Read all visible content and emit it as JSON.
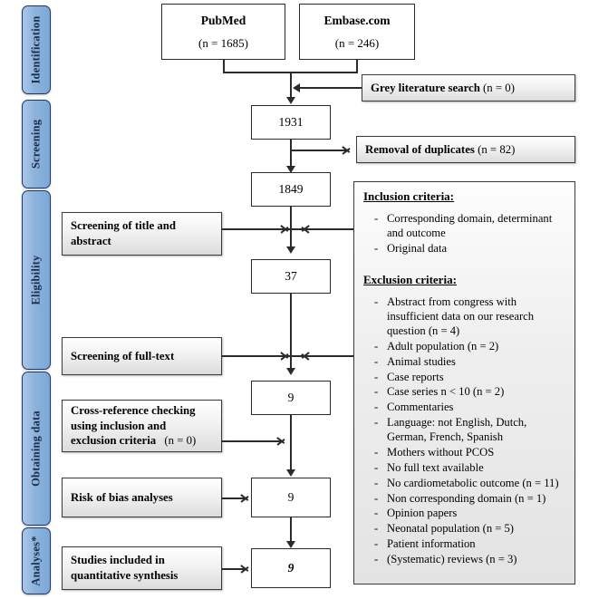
{
  "stages": [
    {
      "label": "Identification"
    },
    {
      "label": "Screening"
    },
    {
      "label": "Eligibility"
    },
    {
      "label": "Obtaining data"
    },
    {
      "label": "Analyses*"
    }
  ],
  "sources": [
    {
      "name": "PubMed",
      "count": "(n = 1685)"
    },
    {
      "name": "Embase.com",
      "count": "(n = 246)"
    }
  ],
  "grey_search": {
    "label": "Grey literature search",
    "count": "(n = 0)"
  },
  "counts": {
    "records_total": "1931",
    "after_duplicates": "1849",
    "after_title_abstract": "37",
    "after_full_text": "9",
    "after_cross_reference": "9",
    "included": "9"
  },
  "actions": {
    "removal_duplicates": {
      "label": "Removal of duplicates",
      "count": "(n = 82)"
    },
    "screening_title_abstract": {
      "label": "Screening of title and abstract"
    },
    "screening_full_text": {
      "label": "Screening of full-text"
    },
    "cross_reference": {
      "label": "Cross-reference checking using inclusion and exclusion criteria",
      "count": "(n = 0)"
    },
    "risk_of_bias": {
      "label": "Risk of bias analyses"
    },
    "studies_included": {
      "label": "Studies included in quantitative synthesis"
    }
  },
  "criteria": {
    "inclusion_heading": "Inclusion criteria:",
    "inclusion_items": [
      "Corresponding domain, determinant and outcome",
      "Original data"
    ],
    "exclusion_heading": "Exclusion criteria:",
    "exclusion_items": [
      "Abstract from congress with insufficient data on our research question (n = 4)",
      "Adult population (n = 2)",
      "Animal studies",
      "Case reports",
      "Case series n < 10 (n = 2)",
      "Commentaries",
      "Language: not English, Dutch, German, French, Spanish",
      "Mothers without PCOS",
      "No full text available",
      "No cardiometabolic outcome (n = 11)",
      "Non corresponding domain (n = 1)",
      "Opinion papers",
      "Neonatal population (n = 5)",
      "Patient information",
      "(Systematic) reviews (n = 3)"
    ],
    "bullet": "-"
  },
  "colors": {
    "stage_fill": "#8db3dc",
    "stage_border": "#1f3864",
    "box_border": "#2b2b2b",
    "grey_fill": "#e3e3e3"
  }
}
